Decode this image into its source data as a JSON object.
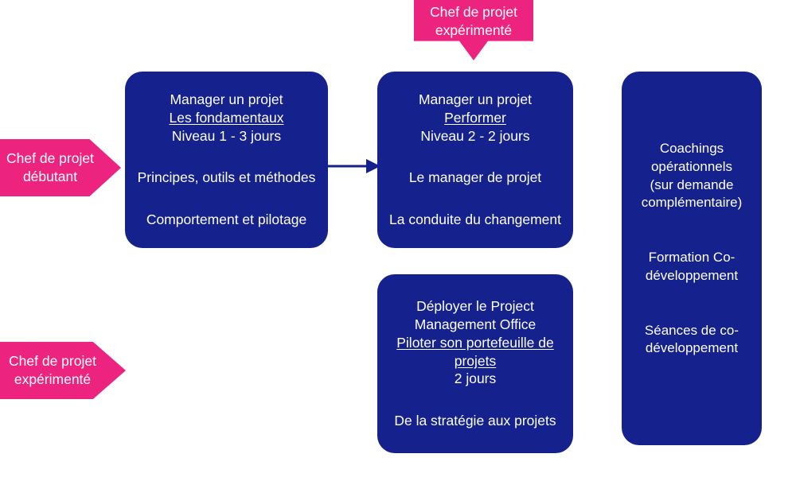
{
  "colors": {
    "navy": "#15218C",
    "pink": "#EC2480",
    "text_on_fill": "#FFFFFF"
  },
  "banners": {
    "experimente_top": {
      "line1": "Chef de projet",
      "line2": "expérimenté",
      "icon": "banner-down-icon"
    }
  },
  "arrows": {
    "debutant": {
      "line1": "Chef de projet",
      "line2": "débutant",
      "icon": "arrow-right-icon"
    },
    "experimente": {
      "line1": "Chef de projet",
      "line2": "expérimenté",
      "icon": "arrow-right-icon"
    },
    "connector": {
      "icon": "arrow-right-icon",
      "from": "box-fundamentals",
      "to": "box-performer"
    }
  },
  "boxes": {
    "fundamentals": {
      "title": "Manager un projet",
      "subtitle": "Les fondamentaux",
      "level": "Niveau 1 - 3 jours",
      "module1": "Principes, outils et méthodes",
      "module2": "Comportement et pilotage"
    },
    "performer": {
      "title": "Manager un projet",
      "subtitle": "Performer ",
      "level": "Niveau 2 - 2 jours",
      "module1": "Le manager de projet",
      "module2": "La conduite du changement"
    },
    "pmo": {
      "title_line1": "Déployer le Project",
      "title_line2": "Management Office",
      "subtitle": "Piloter son portefeuille de projets",
      "level": "2 jours",
      "module1": "De la stratégie aux projets"
    },
    "coachings": {
      "item1_line1": "Coachings",
      "item1_line2": "opérationnels",
      "item1_line3": "(sur demande",
      "item1_line4": "complémentaire)",
      "item2_line1": "Formation Co-",
      "item2_line2": "développement",
      "item3_line1": "Séances de co-",
      "item3_line2": "développement"
    }
  }
}
